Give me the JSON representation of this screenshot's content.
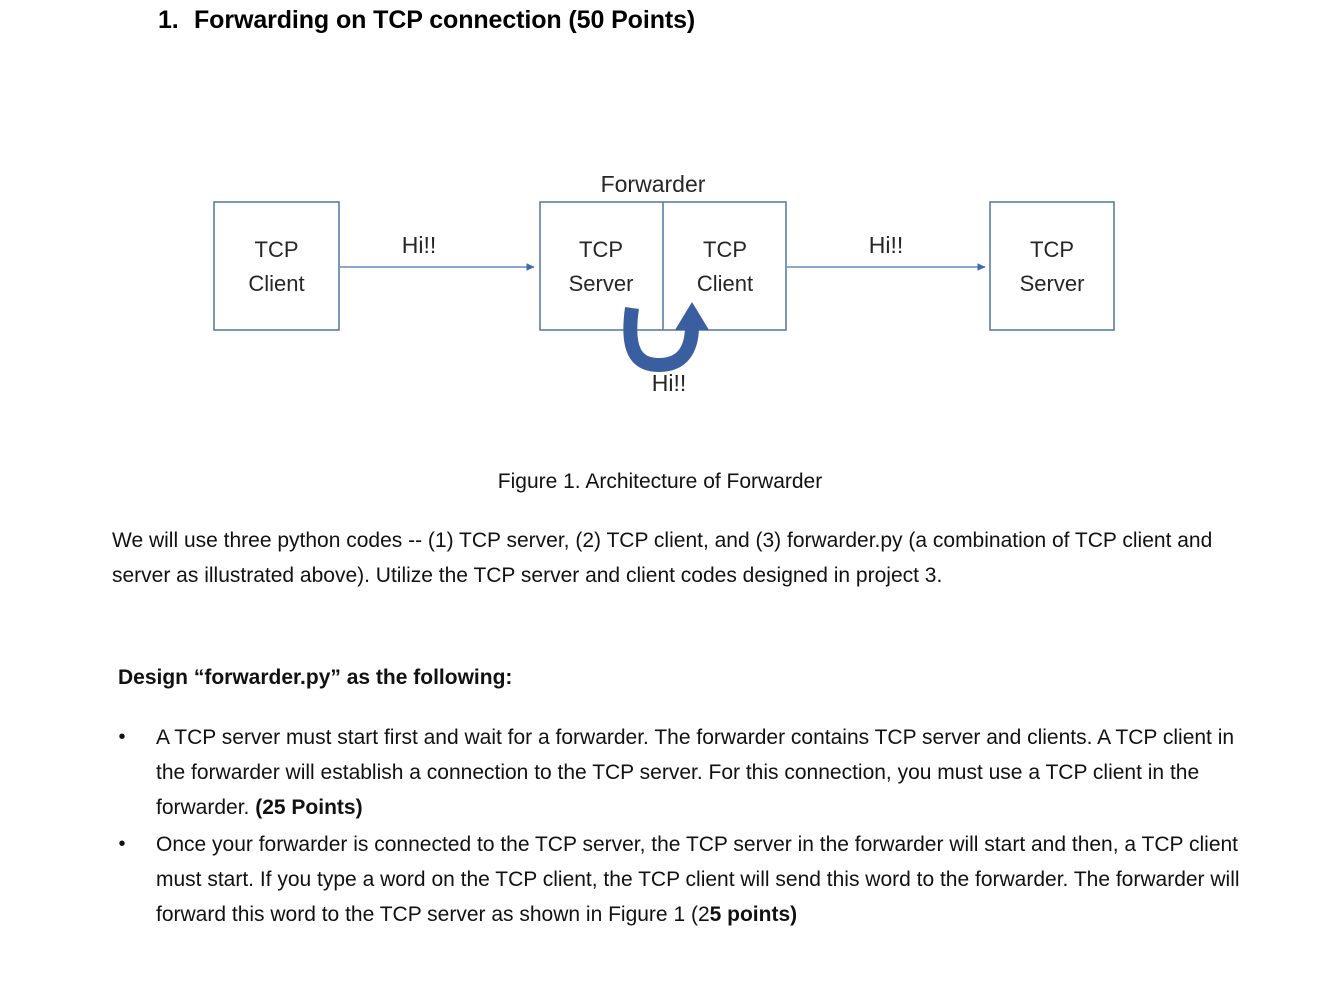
{
  "heading": {
    "number": "1.",
    "text": "Forwarding on TCP connection (50 Points)"
  },
  "figure": {
    "group_label": "Forwarder",
    "caption": "Figure 1. Architecture of Forwarder",
    "nodes": [
      {
        "id": "client-left",
        "line1": "TCP",
        "line2": "Client"
      },
      {
        "id": "forwarder-server",
        "line1": "TCP",
        "line2": "Server"
      },
      {
        "id": "forwarder-client",
        "line1": "TCP",
        "line2": "Client"
      },
      {
        "id": "server-right",
        "line1": "TCP",
        "line2": "Server"
      }
    ],
    "edges": [
      {
        "id": "client-to-forwarder",
        "label": "Hi!!"
      },
      {
        "id": "internal-forward",
        "label": "Hi!!"
      },
      {
        "id": "forwarder-to-server",
        "label": "Hi!!"
      }
    ],
    "colors": {
      "box_border": "#5B7FA6",
      "connector": "#7B9BC4",
      "arrowhead": "#4169B2",
      "curved_arrow": "#3A5FA0",
      "text": "#262626"
    }
  },
  "body": {
    "paragraph_1": "We will use three python codes -- (1) TCP server, (2) TCP client, and (3) forwarder.py (a combination of TCP client and server as illustrated above). Utilize the TCP server and client codes designed in project 3.",
    "design_heading": "Design “forwarder.py” as the following:",
    "bullets": [
      {
        "marker": "•",
        "text_regular": "A TCP server must start first and wait for a forwarder. The forwarder contains TCP server and clients. A TCP client in the forwarder will establish a connection to the TCP server. For this connection, you must use a TCP client in the forwarder. ",
        "text_bold": "(25 Points)"
      },
      {
        "marker": "•",
        "text_regular": "Once your forwarder is connected to the TCP server, the TCP server in the forwarder will start and then, a TCP client must start. If you type a word on the TCP client, the TCP client will send this word to the forwarder. The forwarder will forward this word to the TCP server as shown in Figure 1 (2",
        "text_bold": "5 points)"
      }
    ]
  }
}
